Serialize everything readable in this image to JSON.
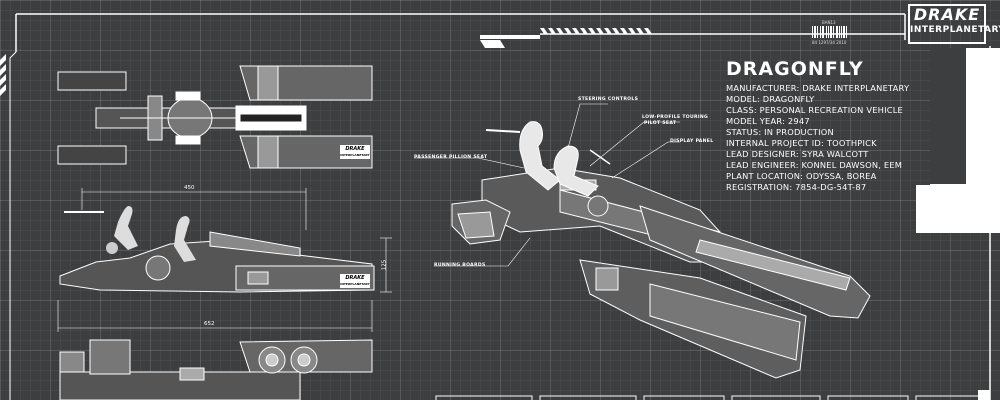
{
  "logo": {
    "line1": "DRAKE",
    "line2": "INTERPLANETARY"
  },
  "spec": {
    "title": "DRAGONFLY",
    "lines": [
      "MANUFACTURER: DRAKE INTERPLANETARY",
      "MODEL: DRAGONFLY",
      "CLASS: PERSONAL RECREATION VEHICLE",
      "MODEL YEAR: 2947",
      "STATUS: IN PRODUCTION",
      "INTERNAL PROJECT ID: TOOTHPICK",
      "LEAD DESIGNER: SYRA WALCOTT",
      "LEAD ENGINEER: KONNEL DAWSON, EEM",
      "PLANT LOCATION: ODYSSA, BOREA",
      "REGISTRATION: 7854-DG-54T-87"
    ]
  },
  "callouts": {
    "steering": "STEERING CONTROLS",
    "pilot_seat_1": "LOW-PROFILE TOURING",
    "pilot_seat_2": "PILOT SEAT",
    "display": "DISPLAY PANEL",
    "pillion": "PASSENGER PILLION SEAT",
    "boards": "RUNNING BOARDS"
  },
  "dimensions": {
    "upper_length": "450",
    "height": "125",
    "overall_length": "652"
  },
  "barcode": {
    "code": "BAN13",
    "number": "84 1297/34 2010"
  },
  "decal": {
    "line1": "DRAKE",
    "line2": "INTERPLANETARY"
  }
}
